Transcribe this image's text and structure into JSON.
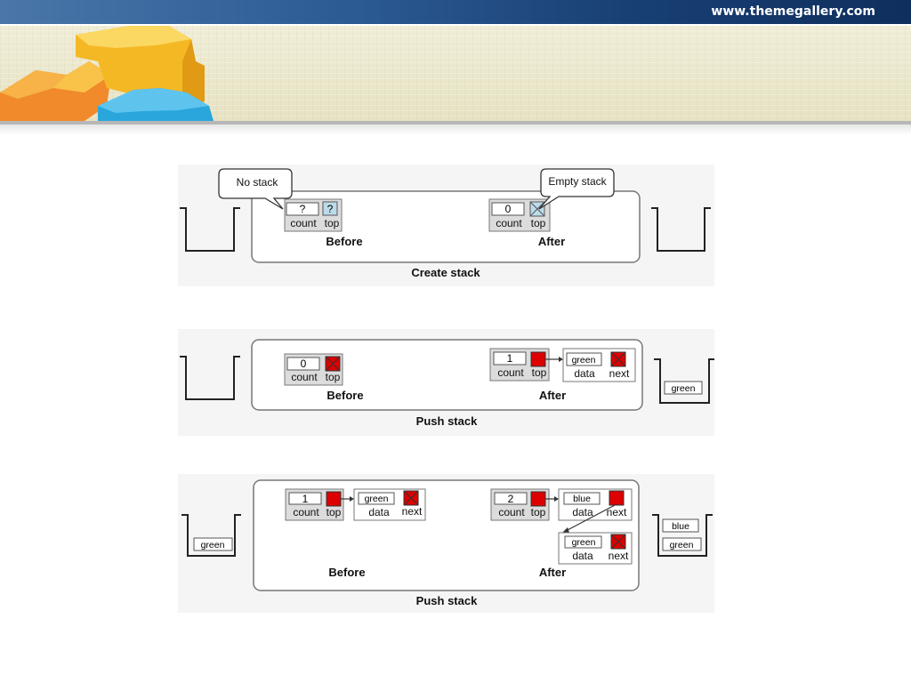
{
  "site_url": "www.themegallery.com",
  "labels": {
    "count": "count",
    "top": "top",
    "data": "data",
    "next": "next",
    "before": "Before",
    "after": "After"
  },
  "callouts": {
    "no_stack": "No stack",
    "empty_stack": "Empty stack"
  },
  "diagrams": [
    {
      "caption": "Create stack",
      "before": {
        "count": "?",
        "top": "?"
      },
      "after": {
        "count": "0"
      }
    },
    {
      "caption": "Push stack",
      "before": {
        "count": "0"
      },
      "after": {
        "count": "1",
        "node": "green"
      },
      "right_stack": [
        "green"
      ]
    },
    {
      "caption": "Push stack",
      "before": {
        "count": "1",
        "node": "green"
      },
      "after": {
        "count": "2",
        "nodes": [
          "blue",
          "green"
        ]
      },
      "left_stack": [
        "green"
      ],
      "right_stack": [
        "blue",
        "green"
      ]
    }
  ],
  "colors": {
    "null_pointer": "#dd0000",
    "pointer": "#dd0000",
    "empty_top": "#bcdbea",
    "unknown_top": "#bcdbea",
    "box_fill": "#dcdcdc"
  }
}
